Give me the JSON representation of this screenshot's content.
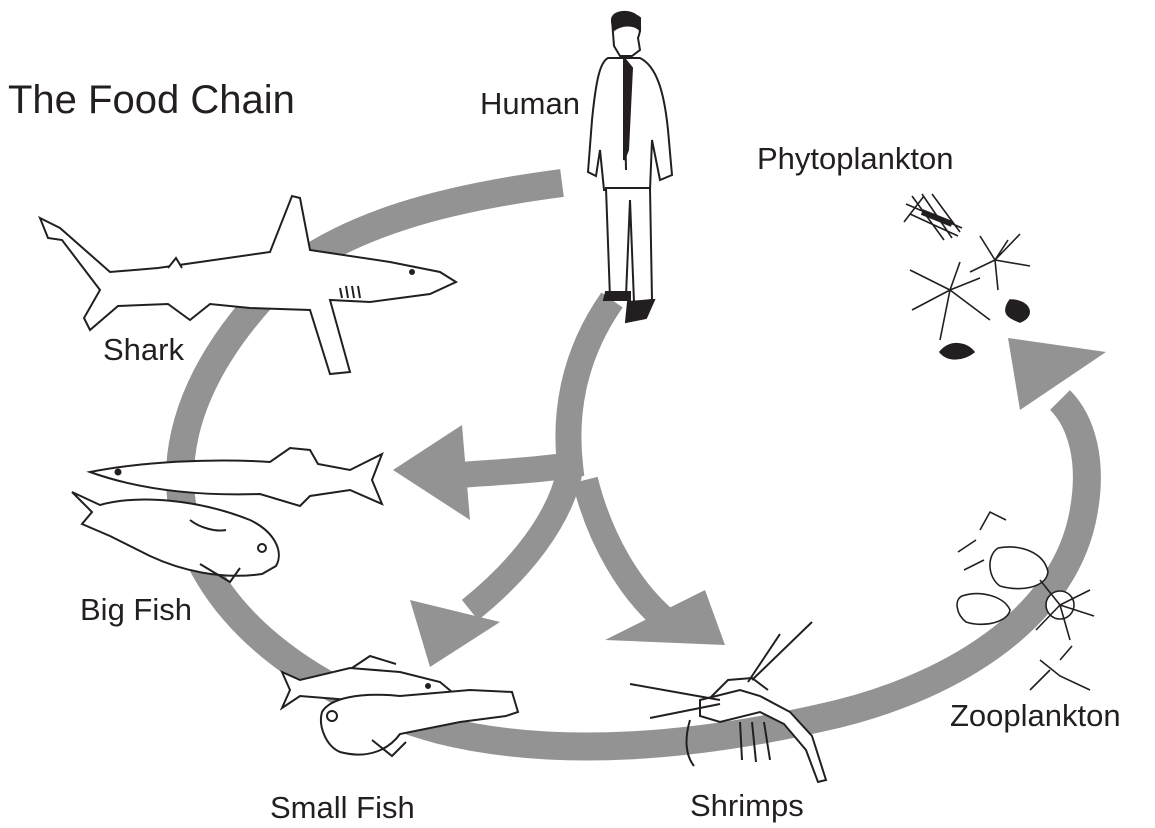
{
  "title": "The Food Chain",
  "nodes": {
    "human": "Human",
    "phytoplankton": "Phytoplankton",
    "shark": "Shark",
    "big_fish": "Big Fish",
    "small_fish": "Small Fish",
    "shrimps": "Shrimps",
    "zooplankton": "Zooplankton"
  },
  "colors": {
    "arrow": "#939393",
    "ink": "#231f20",
    "background": "#ffffff"
  }
}
